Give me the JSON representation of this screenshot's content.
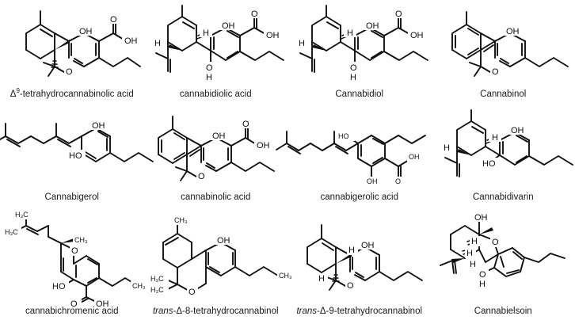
{
  "figure": {
    "title": "Cannabinoid chemical structures",
    "background_color": "#ffffff",
    "line_color": "#101010",
    "text_color": "#1a1a1a",
    "columns": 4,
    "rows": 3
  },
  "structures": [
    {
      "id": "thca",
      "row": 1,
      "col": 1,
      "caption_prefix": "Δ",
      "caption_sup": "9",
      "caption_rest": "-tetrahydrocannabinolic acid",
      "caption_plain": "Δ9-tetrahydrocannabinolic acid",
      "caption_italic_lead": "",
      "atom_labels": [
        "OH",
        "O",
        "OH",
        "O"
      ],
      "skeleton": "tricyclic dibenzopyran, pentyl chain, carboxylic acid"
    },
    {
      "id": "cbda",
      "row": 1,
      "col": 2,
      "caption_plain": "cannabidiolic acid",
      "caption_italic_lead": "",
      "atom_labels": [
        "H",
        "H",
        "OH",
        "O",
        "OH",
        "OH",
        "H"
      ],
      "skeleton": "cyclohexene + resorcinol, isopropenyl, pentyl, carboxylic acid"
    },
    {
      "id": "cbd",
      "row": 1,
      "col": 3,
      "caption_plain": "Cannabidiol",
      "caption_italic_lead": "",
      "atom_labels": [
        "H",
        "H",
        "OH",
        "O",
        "OH",
        "OH",
        "H"
      ],
      "skeleton": "cyclohexene + resorcinol, isopropenyl, pentyl"
    },
    {
      "id": "cbn",
      "row": 1,
      "col": 4,
      "caption_plain": "Cannabinol",
      "caption_italic_lead": "",
      "atom_labels": [
        "OH",
        "O"
      ],
      "skeleton": "aromatic cannabinol tricycle with pentyl"
    },
    {
      "id": "cbg",
      "row": 2,
      "col": 1,
      "caption_plain": "Cannabigerol",
      "caption_italic_lead": "",
      "atom_labels": [
        "OH",
        "HO"
      ],
      "skeleton": "geranyl chain + resorcinol + pentyl"
    },
    {
      "id": "cbna",
      "row": 2,
      "col": 2,
      "caption_plain": "cannabinolic acid",
      "caption_italic_lead": "",
      "atom_labels": [
        "OH",
        "O",
        "OH",
        "O"
      ],
      "skeleton": "aromatic cannabinol tricycle, carboxylic acid, pentyl"
    },
    {
      "id": "cbga",
      "row": 2,
      "col": 3,
      "caption_plain": "cannabigerolic acid",
      "caption_italic_lead": "",
      "atom_labels": [
        "HO",
        "OH",
        "OH",
        "O"
      ],
      "skeleton": "geranyl chain + resorcinol + pentyl + carboxylic acid"
    },
    {
      "id": "cbdv",
      "row": 2,
      "col": 4,
      "caption_plain": "Cannabidivarin",
      "caption_italic_lead": "",
      "atom_labels": [
        "H",
        "H",
        "OH",
        "HO"
      ],
      "skeleton": "cyclohexene + resorcinol, isopropenyl, propyl"
    },
    {
      "id": "cbca",
      "row": 3,
      "col": 1,
      "caption_plain": "cannabichromenic acid",
      "caption_italic_lead": "",
      "atom_labels": [
        "H3C",
        "H3C",
        "CH3",
        "O",
        "HO",
        "O",
        "OH",
        "CH3"
      ],
      "skeleton": "chromene with prenyl chain, pentyl, carboxylic acid"
    },
    {
      "id": "d8thc",
      "row": 3,
      "col": 2,
      "caption_italic_lead": "trans",
      "caption_rest": "-Δ-8-tetrahydrocannabinol",
      "caption_plain": "trans-Δ-8-tetrahydrocannabinol",
      "atom_labels": [
        "CH3",
        "OH",
        "H3C",
        "H3C",
        "O",
        "CH3"
      ],
      "skeleton": "delta-8 THC tricycle with pentyl"
    },
    {
      "id": "d9thc",
      "row": 3,
      "col": 3,
      "caption_italic_lead": "trans",
      "caption_rest": "-Δ-9-tetrahydrocannabinol",
      "caption_plain": "trans-Δ-9-tetrahydrocannabinol",
      "atom_labels": [
        "H",
        "OH",
        "H",
        "O"
      ],
      "skeleton": "delta-9 THC tricycle with pentyl"
    },
    {
      "id": "cbe",
      "row": 3,
      "col": 4,
      "caption_plain": "Cannabielsoin",
      "caption_italic_lead": "",
      "atom_labels": [
        "OH",
        "H",
        "H",
        "H",
        "O",
        "O",
        "H"
      ],
      "skeleton": "benzofuran fused cyclohexane, hydroxyl, isopropenyl, pentyl"
    }
  ]
}
